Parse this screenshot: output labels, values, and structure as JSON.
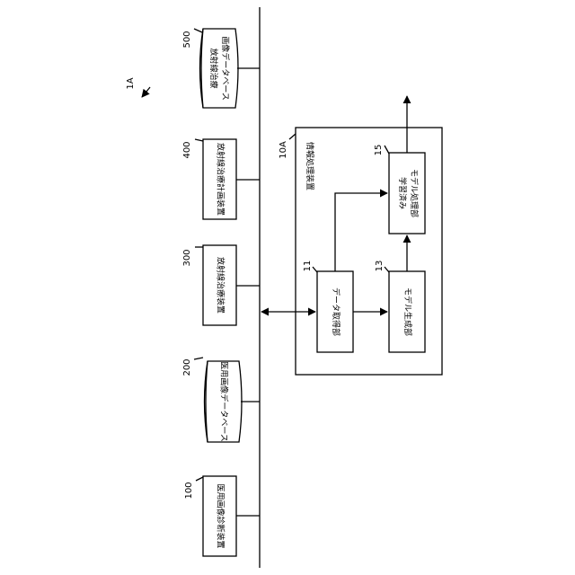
{
  "diagram_ref": "1A",
  "devices": [
    {
      "ref": "100",
      "label": "医用画像診断装置"
    },
    {
      "ref": "200",
      "label": "医用画像データベース"
    },
    {
      "ref": "300",
      "label": "放射線治療装置"
    },
    {
      "ref": "400",
      "label": "放射線治療計画装置"
    },
    {
      "ref": "500",
      "label_line1": "放射線治療",
      "label_line2": "画像データベース"
    }
  ],
  "info_processor": {
    "ref": "10A",
    "label": "情報処理装置",
    "units": [
      {
        "ref": "11",
        "label": "データ取得部"
      },
      {
        "ref": "13",
        "label": "モデル生成部"
      },
      {
        "ref": "15",
        "label_line1": "学習済み",
        "label_line2": "モデル処理部"
      }
    ]
  }
}
